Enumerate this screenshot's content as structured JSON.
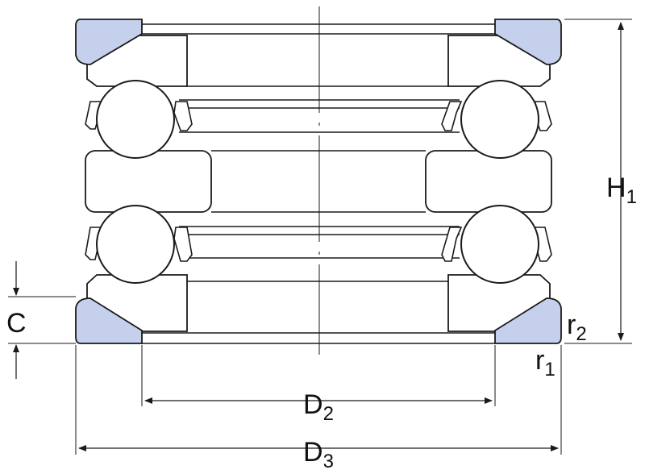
{
  "colors": {
    "seat_fill": "#c5d0ec",
    "line": "#1a1a1a",
    "background": "#ffffff"
  },
  "labels": {
    "H": "H",
    "H_sub": "1",
    "C": "C",
    "r2": "r",
    "r2_sub": "2",
    "r1": "r",
    "r1_sub": "1",
    "D2": "D",
    "D2_sub": "2",
    "D3": "D",
    "D3_sub": "3"
  }
}
